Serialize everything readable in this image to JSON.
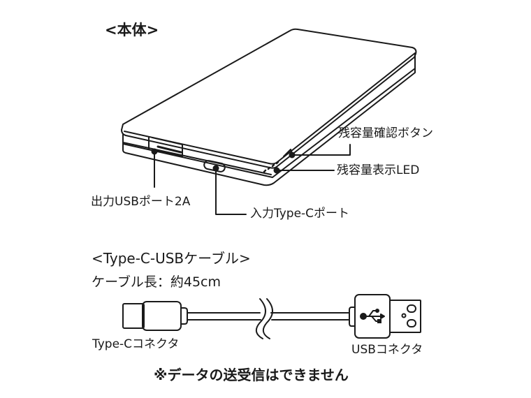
{
  "body_section": {
    "title": "<本体>",
    "callouts": {
      "check_button": "残容量確認ボタン",
      "led": "残容量表示LED",
      "usb_output": "出力USBポート2A",
      "typec_input": "入力Type-Cポート"
    }
  },
  "cable_section": {
    "title": "<Type-C-USBケーブル>",
    "length": "ケーブル長：約45cm",
    "left_connector": "Type-Cコネクタ",
    "right_connector": "USBコネクタ",
    "note": "※データの送受信はできません"
  },
  "colors": {
    "line": "#1a1a1a",
    "background": "#ffffff"
  }
}
